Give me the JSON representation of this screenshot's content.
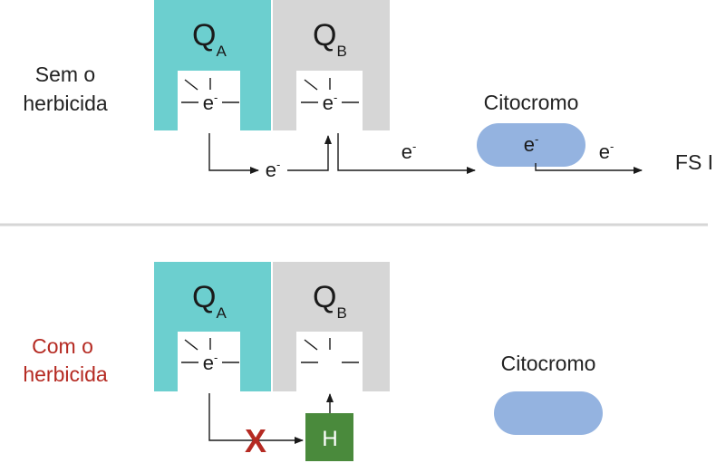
{
  "colors": {
    "qa": "#6ccfcf",
    "qb": "#d6d6d6",
    "cytochrome": "#94b3e0",
    "herbicide": "#4a8a3c",
    "block_mark": "#b52a22",
    "accent_text": "#b52a22",
    "divider": "#d6d6d6"
  },
  "top": {
    "condition_line1": "Sem o",
    "condition_line2": "herbicida",
    "qa": {
      "letter": "Q",
      "subscript": "A",
      "electron": "e",
      "charge": "-"
    },
    "qb": {
      "letter": "Q",
      "subscript": "B",
      "electron": "e",
      "charge": "-"
    },
    "transfer1": {
      "electron": "e",
      "charge": "-"
    },
    "transfer2": {
      "electron": "e",
      "charge": "-"
    },
    "cytochrome_label": "Citocromo",
    "cytochrome": {
      "electron": "e",
      "charge": "-"
    },
    "transfer3": {
      "electron": "e",
      "charge": "-"
    },
    "fs_label": "FS I"
  },
  "bottom": {
    "condition_line1": "Com o",
    "condition_line2": "herbicida",
    "qa": {
      "letter": "Q",
      "subscript": "A",
      "electron": "e",
      "charge": "-"
    },
    "qb": {
      "letter": "Q",
      "subscript": "B"
    },
    "block_mark": "X",
    "herbicide_label": "H",
    "cytochrome_label": "Citocromo"
  }
}
